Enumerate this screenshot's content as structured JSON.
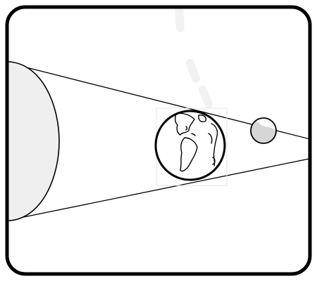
{
  "diagram": {
    "colors": {
      "background": "#ffffff",
      "outline": "#000000",
      "sun_fill": "#efefef",
      "earth_fill": "#ffffff",
      "moon_light": "#ffffff",
      "moon_shadow": "#d6d6d6",
      "watermark": "#f2f2f2"
    },
    "elements": {
      "sun": "sun",
      "earth": "earth",
      "moon": "moon",
      "shadow_cone": "earth-shadow-cone"
    }
  }
}
